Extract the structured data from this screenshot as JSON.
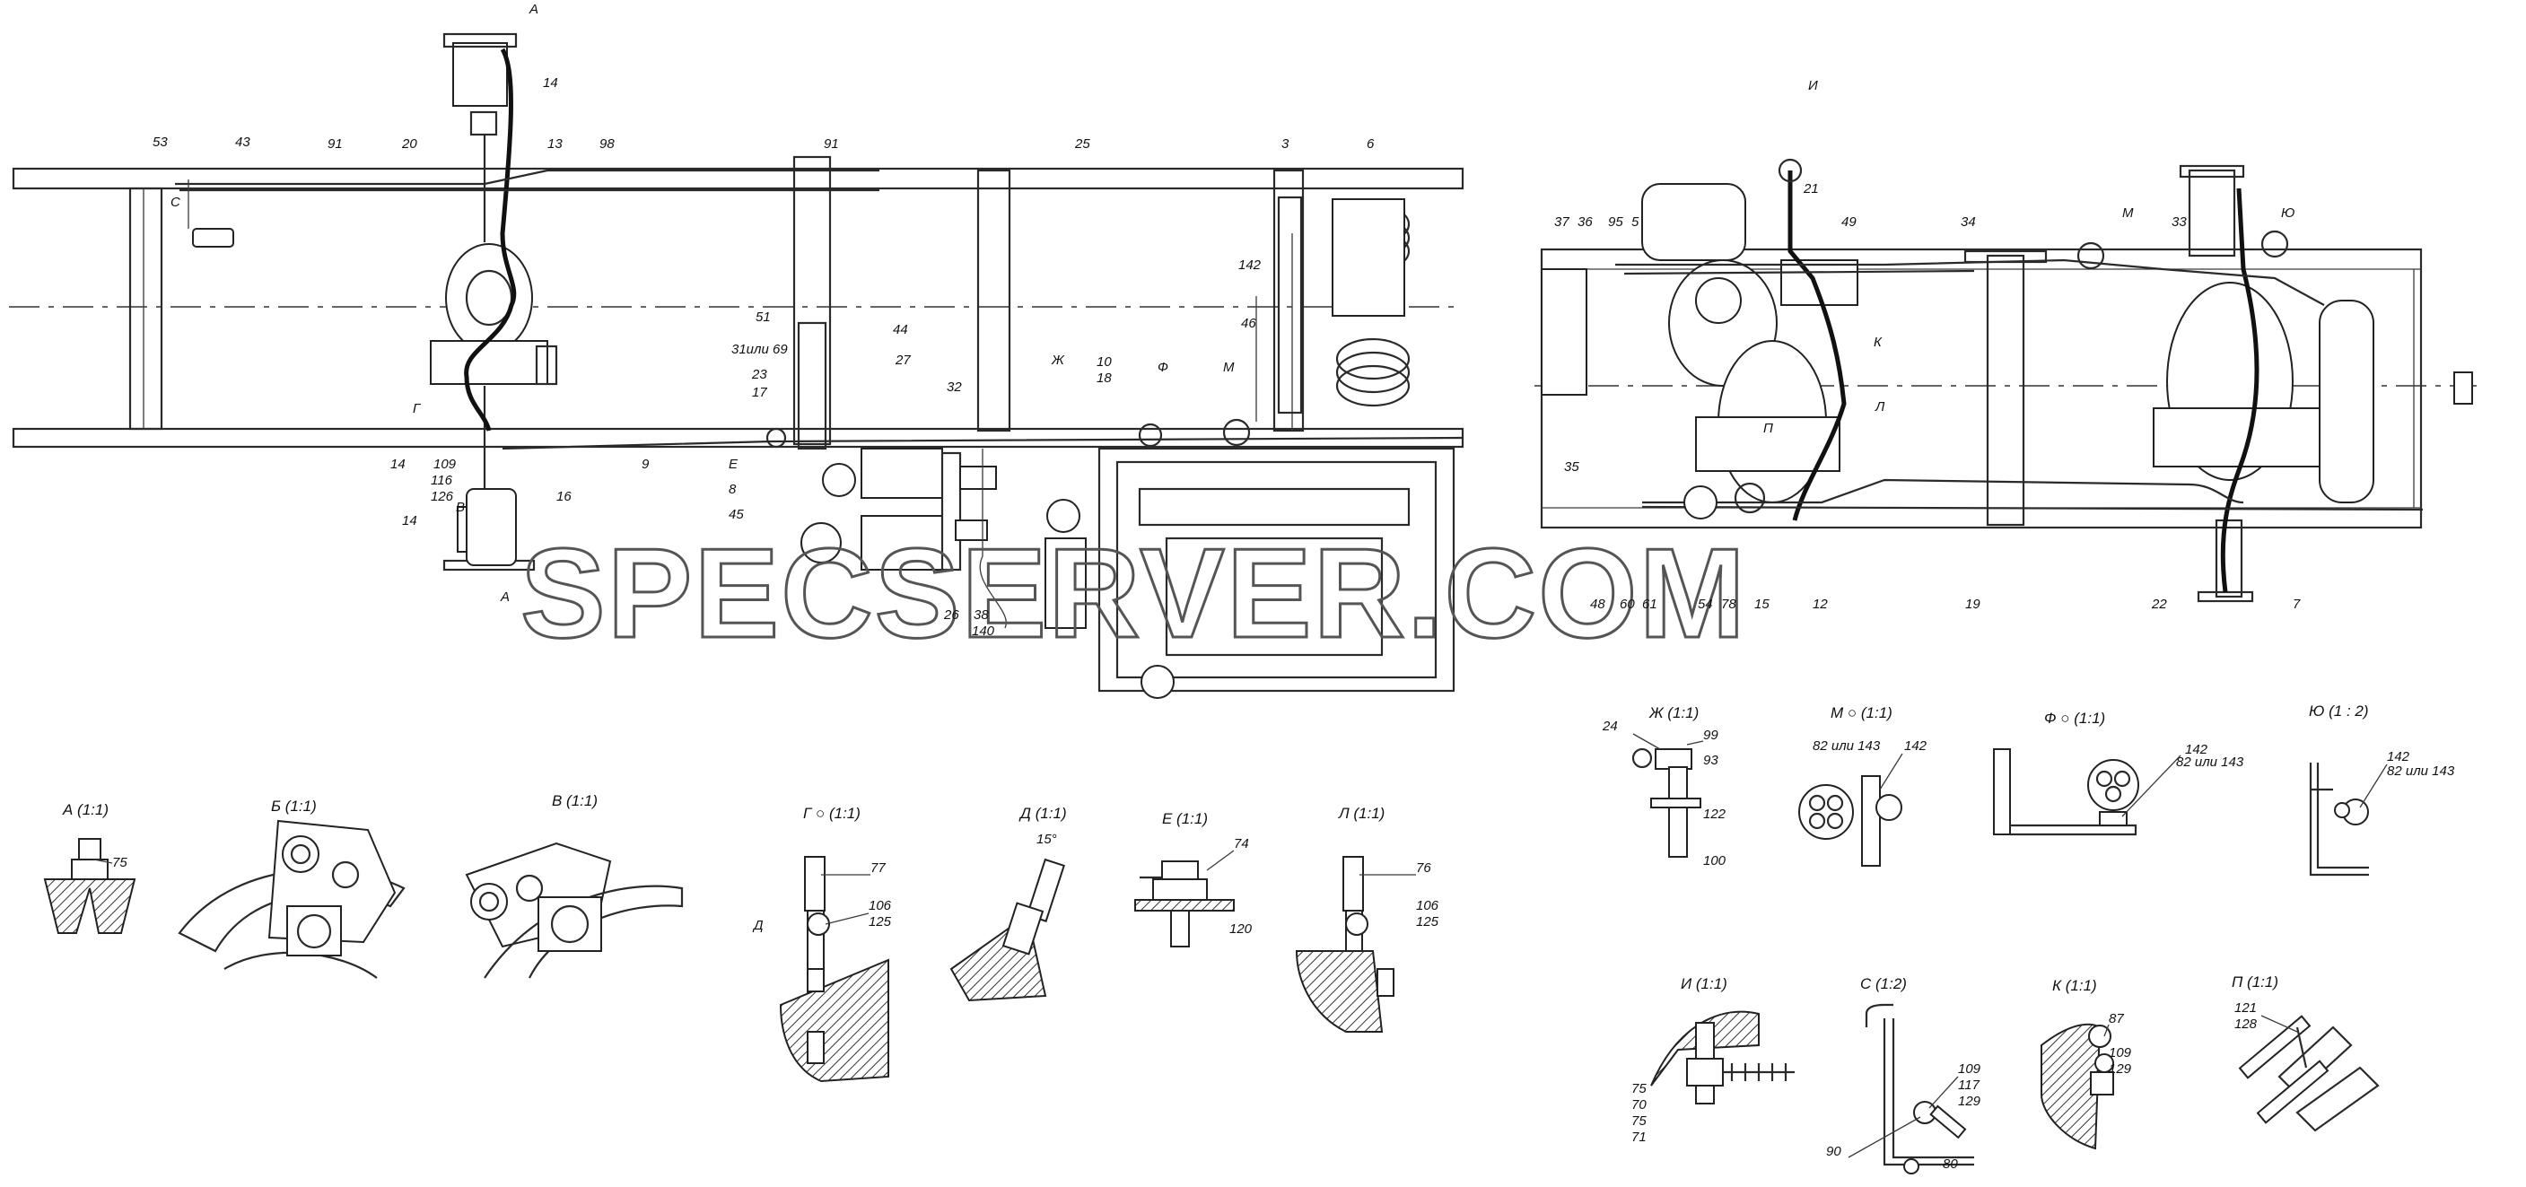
{
  "watermark": "SPECSERVER.COM",
  "left_view_labels": [
    {
      "id": "l_A1",
      "text": "А"
    },
    {
      "id": "l_14a",
      "text": "14"
    },
    {
      "id": "l_53",
      "text": "53"
    },
    {
      "id": "l_43",
      "text": "43"
    },
    {
      "id": "l_91a",
      "text": "91"
    },
    {
      "id": "l_20",
      "text": "20"
    },
    {
      "id": "l_13",
      "text": "13"
    },
    {
      "id": "l_98",
      "text": "98"
    },
    {
      "id": "l_91b",
      "text": "91"
    },
    {
      "id": "l_25",
      "text": "25"
    },
    {
      "id": "l_3",
      "text": "3"
    },
    {
      "id": "l_6",
      "text": "6"
    },
    {
      "id": "l_C",
      "text": "С"
    },
    {
      "id": "l_142",
      "text": "142"
    },
    {
      "id": "l_46",
      "text": "46"
    },
    {
      "id": "l_51",
      "text": "51"
    },
    {
      "id": "l_44",
      "text": "44"
    },
    {
      "id": "l_31",
      "text": "31или 69"
    },
    {
      "id": "l_27",
      "text": "27"
    },
    {
      "id": "l_23",
      "text": "23"
    },
    {
      "id": "l_17",
      "text": "17"
    },
    {
      "id": "l_32",
      "text": "32"
    },
    {
      "id": "l_Zh",
      "text": "Ж"
    },
    {
      "id": "l_10",
      "text": "10"
    },
    {
      "id": "l_18",
      "text": "18"
    },
    {
      "id": "l_F",
      "text": "Ф"
    },
    {
      "id": "l_M",
      "text": "М"
    },
    {
      "id": "l_G",
      "text": "Г"
    },
    {
      "id": "l_14b",
      "text": "14"
    },
    {
      "id": "l_109",
      "text": "109"
    },
    {
      "id": "l_116",
      "text": "116"
    },
    {
      "id": "l_126",
      "text": "126"
    },
    {
      "id": "l_9",
      "text": "9"
    },
    {
      "id": "l_E",
      "text": "Е"
    },
    {
      "id": "l_8",
      "text": "8"
    },
    {
      "id": "l_45",
      "text": "45"
    },
    {
      "id": "l_16",
      "text": "16"
    },
    {
      "id": "l_V",
      "text": "В"
    },
    {
      "id": "l_14c",
      "text": "14"
    },
    {
      "id": "l_A2",
      "text": "А"
    },
    {
      "id": "l_26",
      "text": "26"
    },
    {
      "id": "l_38",
      "text": "38"
    },
    {
      "id": "l_140",
      "text": "140"
    }
  ],
  "right_view_labels": [
    {
      "id": "r_I",
      "text": "И"
    },
    {
      "id": "r_21",
      "text": "21"
    },
    {
      "id": "r_M",
      "text": "М"
    },
    {
      "id": "r_Yu",
      "text": "Ю"
    },
    {
      "id": "r_37",
      "text": "37"
    },
    {
      "id": "r_36",
      "text": "36"
    },
    {
      "id": "r_95",
      "text": "95"
    },
    {
      "id": "r_5",
      "text": "5"
    },
    {
      "id": "r_49",
      "text": "49"
    },
    {
      "id": "r_34",
      "text": "34"
    },
    {
      "id": "r_33",
      "text": "33"
    },
    {
      "id": "r_K",
      "text": "К"
    },
    {
      "id": "r_L",
      "text": "Л"
    },
    {
      "id": "r_P",
      "text": "П"
    },
    {
      "id": "r_35",
      "text": "35"
    },
    {
      "id": "r_48",
      "text": "48"
    },
    {
      "id": "r_60",
      "text": "60"
    },
    {
      "id": "r_61",
      "text": "61"
    },
    {
      "id": "r_54",
      "text": "54"
    },
    {
      "id": "r_78",
      "text": "78"
    },
    {
      "id": "r_15",
      "text": "15"
    },
    {
      "id": "r_12",
      "text": "12"
    },
    {
      "id": "r_19",
      "text": "19"
    },
    {
      "id": "r_22",
      "text": "22"
    },
    {
      "id": "r_7",
      "text": "7"
    }
  ],
  "details": [
    {
      "id": "d_A",
      "title": "А (1:1)",
      "callouts": [
        "75"
      ]
    },
    {
      "id": "d_B",
      "title": "Б (1:1)",
      "callouts": []
    },
    {
      "id": "d_V",
      "title": "В (1:1)",
      "callouts": []
    },
    {
      "id": "d_G",
      "title": "Г ○ (1:1)",
      "callouts": [
        "77",
        "106",
        "125",
        "Д"
      ]
    },
    {
      "id": "d_D",
      "title": "Д (1:1)",
      "callouts": [
        "15°"
      ]
    },
    {
      "id": "d_E",
      "title": "Е (1:1)",
      "callouts": [
        "74",
        "120"
      ]
    },
    {
      "id": "d_L",
      "title": "Л (1:1)",
      "callouts": [
        "76",
        "106",
        "125"
      ]
    },
    {
      "id": "d_Zh",
      "title": "Ж (1:1)",
      "callouts": [
        "24",
        "99",
        "93",
        "122",
        "100"
      ]
    },
    {
      "id": "d_M",
      "title": "М ○ (1:1)",
      "callouts": [
        "82 или 143",
        "142"
      ]
    },
    {
      "id": "d_F",
      "title": "Ф ○ (1:1)",
      "callouts": [
        "142",
        "82 или 143"
      ]
    },
    {
      "id": "d_Yu",
      "title": "Ю (1 : 2)",
      "callouts": [
        "142",
        "82 или 143"
      ]
    },
    {
      "id": "d_I",
      "title": "И (1:1)",
      "callouts": [
        "75",
        "70",
        "75",
        "71"
      ]
    },
    {
      "id": "d_S",
      "title": "С (1:2)",
      "callouts": [
        "109",
        "117",
        "129",
        "90",
        "80"
      ]
    },
    {
      "id": "d_K",
      "title": "К (1:1)",
      "callouts": [
        "87",
        "109",
        "129"
      ]
    },
    {
      "id": "d_P",
      "title": "П (1:1)",
      "callouts": [
        "121",
        "128"
      ]
    }
  ]
}
